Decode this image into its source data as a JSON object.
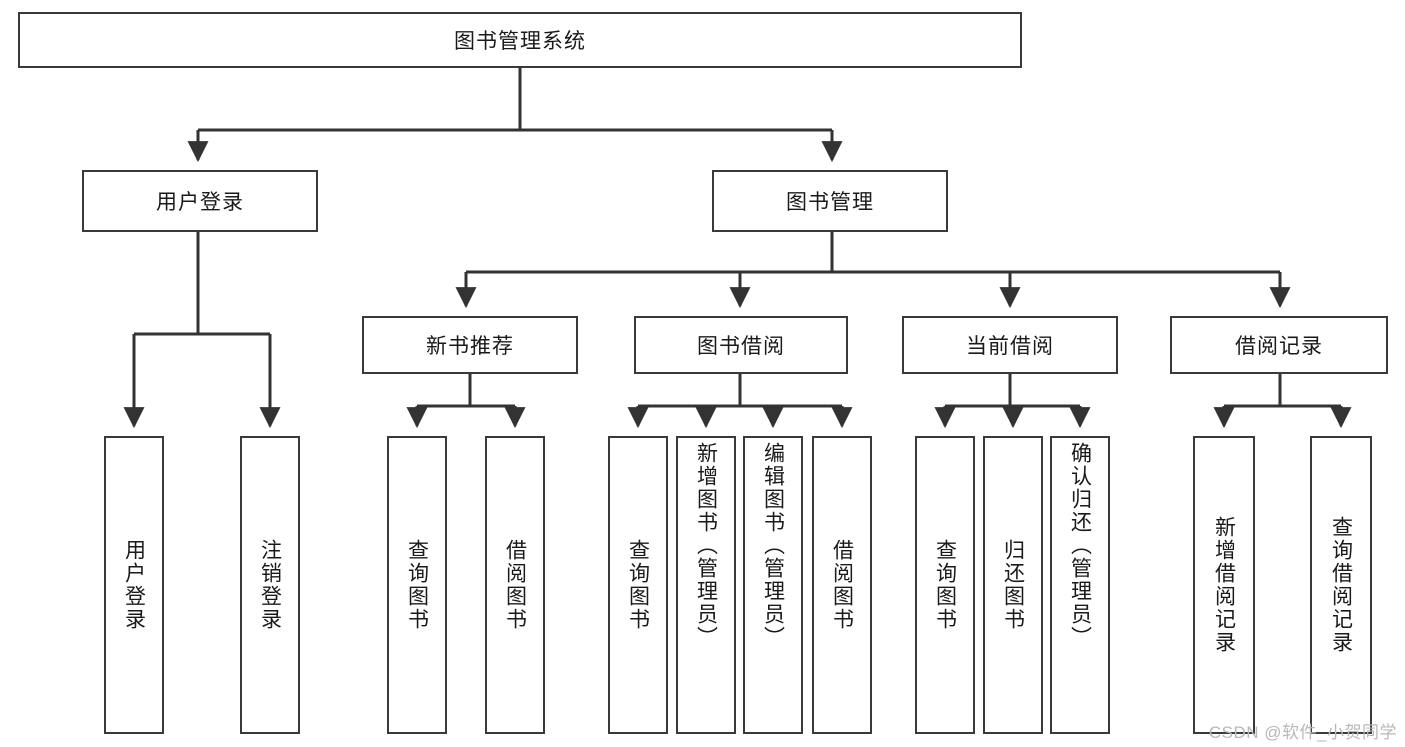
{
  "diagram": {
    "type": "tree-hierarchy",
    "title": "图书管理系统",
    "watermark": "CSDN @软件_小贺同学",
    "colors": {
      "box_border": "#3a3a3a",
      "box_fill": "#ffffff",
      "connector": "#333333",
      "text": "#1a1a1a",
      "watermark": "#b8b8b8"
    },
    "root": {
      "label": "图书管理系统",
      "orientation": "horizontal"
    },
    "level1": [
      {
        "id": "user-login",
        "label": "用户登录",
        "orientation": "horizontal"
      },
      {
        "id": "book-manage",
        "label": "图书管理",
        "orientation": "horizontal"
      }
    ],
    "level2": [
      {
        "id": "new-book-recommend",
        "label": "新书推荐",
        "orientation": "horizontal",
        "parent": "book-manage"
      },
      {
        "id": "book-borrow",
        "label": "图书借阅",
        "orientation": "horizontal",
        "parent": "book-manage"
      },
      {
        "id": "current-borrow",
        "label": "当前借阅",
        "orientation": "horizontal",
        "parent": "book-manage"
      },
      {
        "id": "borrow-record",
        "label": "借阅记录",
        "orientation": "horizontal",
        "parent": "book-manage"
      }
    ],
    "leaves": [
      {
        "id": "leaf-user-login",
        "label": "用户登录",
        "parent": "user-login",
        "orientation": "vertical"
      },
      {
        "id": "leaf-user-logout",
        "label": "注销登录",
        "parent": "user-login",
        "orientation": "vertical"
      },
      {
        "id": "leaf-query-book-1",
        "label": "查询图书",
        "parent": "new-book-recommend",
        "orientation": "vertical"
      },
      {
        "id": "leaf-borrow-book-1",
        "label": "借阅图书",
        "parent": "new-book-recommend",
        "orientation": "vertical"
      },
      {
        "id": "leaf-query-book-2",
        "label": "查询图书",
        "parent": "book-borrow",
        "orientation": "vertical"
      },
      {
        "id": "leaf-add-book",
        "label": "新增图书（管理员）",
        "parent": "book-borrow",
        "orientation": "vertical"
      },
      {
        "id": "leaf-edit-book",
        "label": "编辑图书（管理员）",
        "parent": "book-borrow",
        "orientation": "vertical"
      },
      {
        "id": "leaf-borrow-book-2",
        "label": "借阅图书",
        "parent": "book-borrow",
        "orientation": "vertical"
      },
      {
        "id": "leaf-query-book-3",
        "label": "查询图书",
        "parent": "current-borrow",
        "orientation": "vertical"
      },
      {
        "id": "leaf-return-book",
        "label": "归还图书",
        "parent": "current-borrow",
        "orientation": "vertical"
      },
      {
        "id": "leaf-confirm-return",
        "label": "确认归还（管理员）",
        "parent": "current-borrow",
        "orientation": "vertical"
      },
      {
        "id": "leaf-add-record",
        "label": "新增借阅记录",
        "parent": "borrow-record",
        "orientation": "vertical"
      },
      {
        "id": "leaf-query-record",
        "label": "查询借阅记录",
        "parent": "borrow-record",
        "orientation": "vertical"
      }
    ]
  }
}
